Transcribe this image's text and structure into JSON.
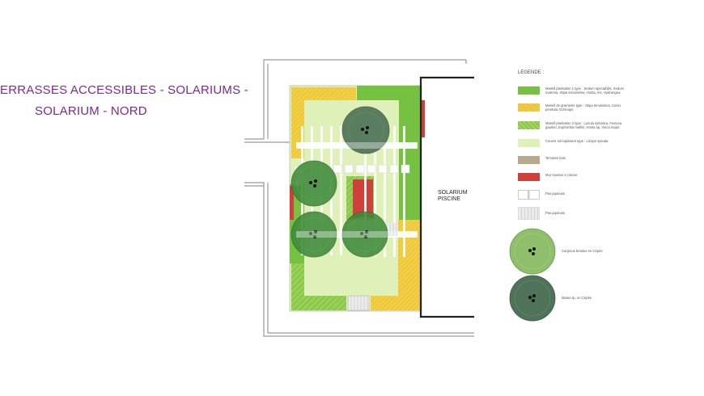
{
  "title": {
    "line1": "ERRASSES ACCESSIBLES - SOLARIUMS -",
    "line2": "SOLARIUM - NORD"
  },
  "plan": {
    "solarium_label_1": "SOLARIUM",
    "solarium_label_2": "PISCINE"
  },
  "legend": {
    "title": "LEGENDE :",
    "items": [
      {
        "text": "Massif plantation 1 type : Sedum spectabilis, Sedum matrona, Stipa tenuissima, Hosta, Iris, Hydrangea",
        "color": "#77c142"
      },
      {
        "text": "Massif de graminée type : Stipa tenuissima, Carex pendula, Echinops",
        "color": "#f2cf45"
      },
      {
        "text": "Massif plantation 2 type : Luzula sylvatica, Festuca gautieri, Euphorbia mellini, Hosta sp, Vinca major",
        "color": "#8cc84b"
      },
      {
        "text": "Couvre sol tapissant type : Liriope spicata",
        "color": "#dff0b8"
      },
      {
        "text": "Terrasse bois",
        "color": "#b8a88e"
      },
      {
        "text": "Mur-soutien à colorer",
        "color": "#d0403a"
      },
      {
        "text": "Pas japonais",
        "color": "#eeeeee"
      },
      {
        "text": "Pas japonais",
        "color": "#e6e6e6"
      }
    ],
    "trees": [
      {
        "text": "Carpinus betulus en Cépée",
        "color": "#8fbf6a"
      },
      {
        "text": "Malus sp. en Cépée",
        "color": "#4f7358"
      }
    ]
  }
}
